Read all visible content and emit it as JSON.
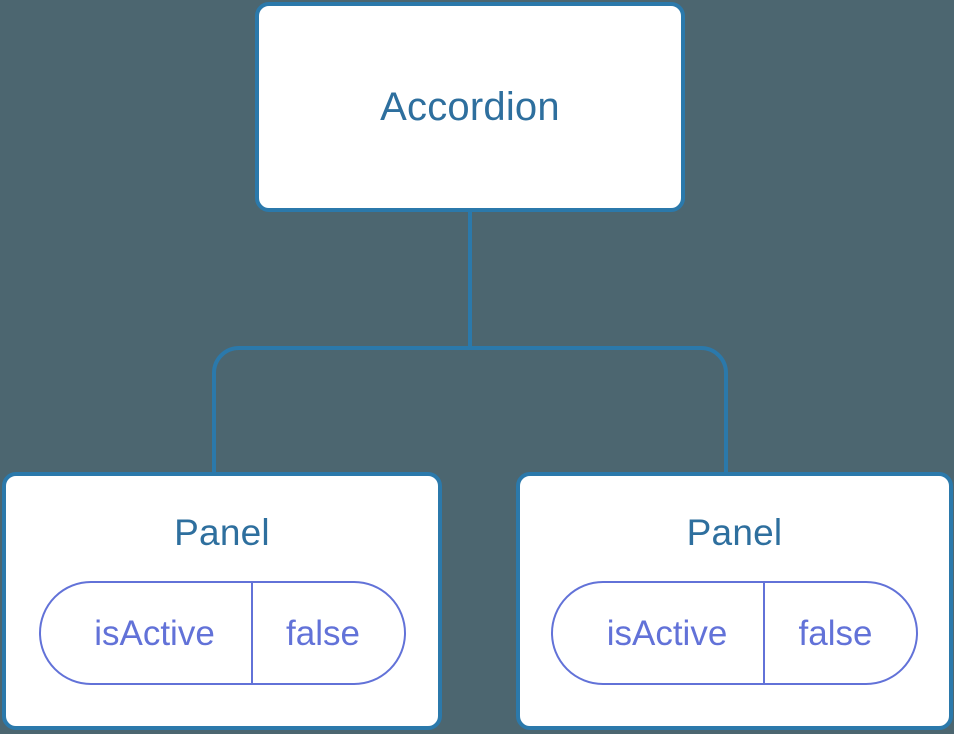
{
  "diagram": {
    "type": "component-tree",
    "background_color": "#4c6670",
    "node_border_color": "#2b79ab",
    "node_title_color": "#2e6f9e",
    "pill_color": "#6272d8",
    "edge_color": "#2b79ab",
    "root": {
      "title": "Accordion"
    },
    "children": [
      {
        "title": "Panel",
        "state": {
          "key": "isActive",
          "value": "false"
        }
      },
      {
        "title": "Panel",
        "state": {
          "key": "isActive",
          "value": "false"
        }
      }
    ]
  }
}
